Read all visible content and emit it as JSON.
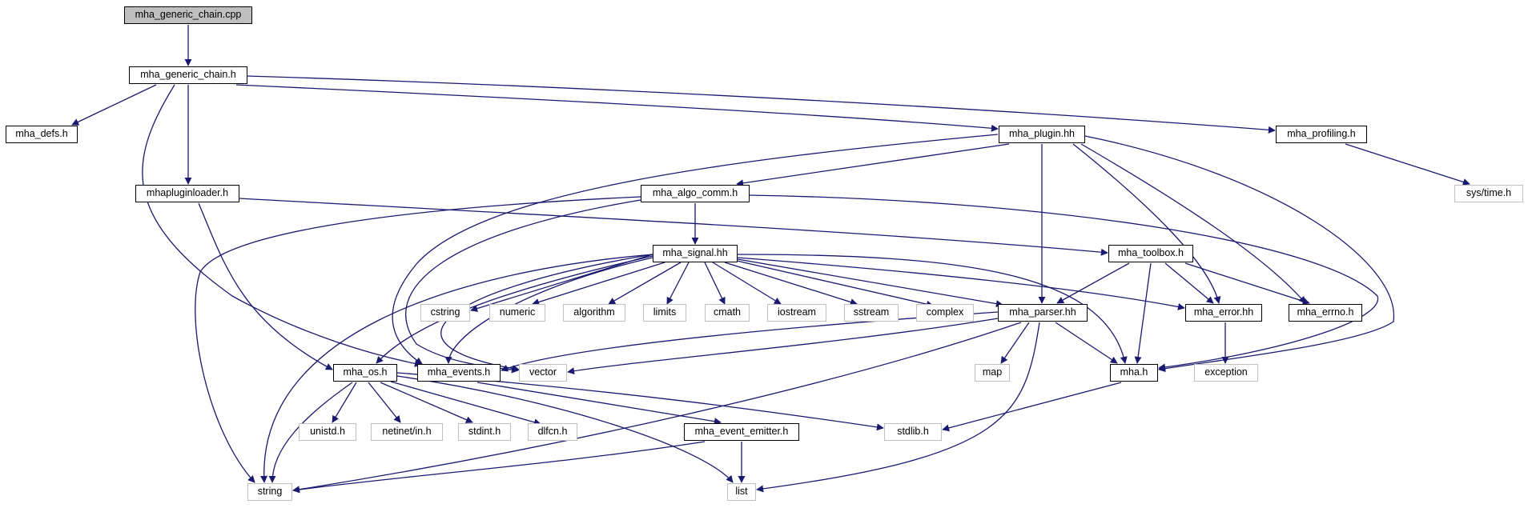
{
  "colors": {
    "edge": "#191970",
    "root_fill": "#bfbfbf",
    "box_border": "#000000",
    "ext_border": "#bfbfbf"
  },
  "nodes": {
    "generic_chain_cpp": "mha_generic_chain.cpp",
    "generic_chain_h": "mha_generic_chain.h",
    "defs_h": "mha_defs.h",
    "plugin_hh": "mha_plugin.hh",
    "profiling_h": "mha_profiling.h",
    "pluginloader_h": "mhapluginloader.h",
    "algo_comm_h": "mha_algo_comm.h",
    "sys_time_h": "sys/time.h",
    "signal_hh": "mha_signal.hh",
    "toolbox_h": "mha_toolbox.h",
    "cstring": "cstring",
    "numeric": "numeric",
    "algorithm": "algorithm",
    "limits": "limits",
    "cmath": "cmath",
    "iostream": "iostream",
    "sstream": "sstream",
    "complex": "complex",
    "parser_hh": "mha_parser.hh",
    "error_hh": "mha_error.hh",
    "errno_h": "mha_errno.h",
    "os_h": "mha_os.h",
    "events_h": "mha_events.h",
    "vector": "vector",
    "map": "map",
    "mha_h": "mha.h",
    "exception": "exception",
    "unistd_h": "unistd.h",
    "netinet_in_h": "netinet/in.h",
    "stdint_h": "stdint.h",
    "dlfcn_h": "dlfcn.h",
    "event_emitter_h": "mha_event_emitter.h",
    "stdlib_h": "stdlib.h",
    "string": "string",
    "list": "list"
  }
}
